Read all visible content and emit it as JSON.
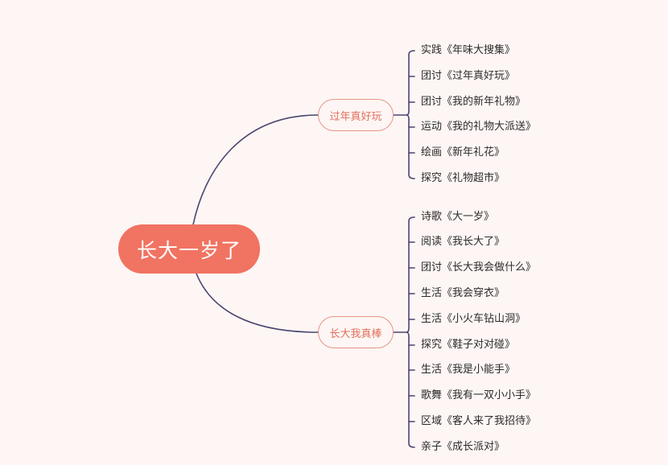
{
  "root": {
    "label": "长大一岁了"
  },
  "branches": [
    {
      "label": "过年真好玩",
      "items": [
        "实践《年味大搜集》",
        "团讨《过年真好玩》",
        "团讨《我的新年礼物》",
        "运动《我的礼物大派送》",
        "绘画《新年礼花》",
        "探究《礼物超市》"
      ]
    },
    {
      "label": "长大我真棒",
      "items": [
        "诗歌《大一岁》",
        "阅读《我长大了》",
        "团讨《长大我会做什么》",
        "生活《我会穿衣》",
        "生活《小火车钻山洞》",
        "探究《鞋子对对碰》",
        "生活《我是小能手》",
        "歌舞《我有一双小小手》",
        "区域《客人来了我招待》",
        "亲子《成长派对》"
      ]
    }
  ],
  "colors": {
    "background": "#fdf6f4",
    "root_fill": "#f17362",
    "branch_border": "#e69486",
    "branch_text": "#e2705e",
    "connector": "#4a4470"
  }
}
